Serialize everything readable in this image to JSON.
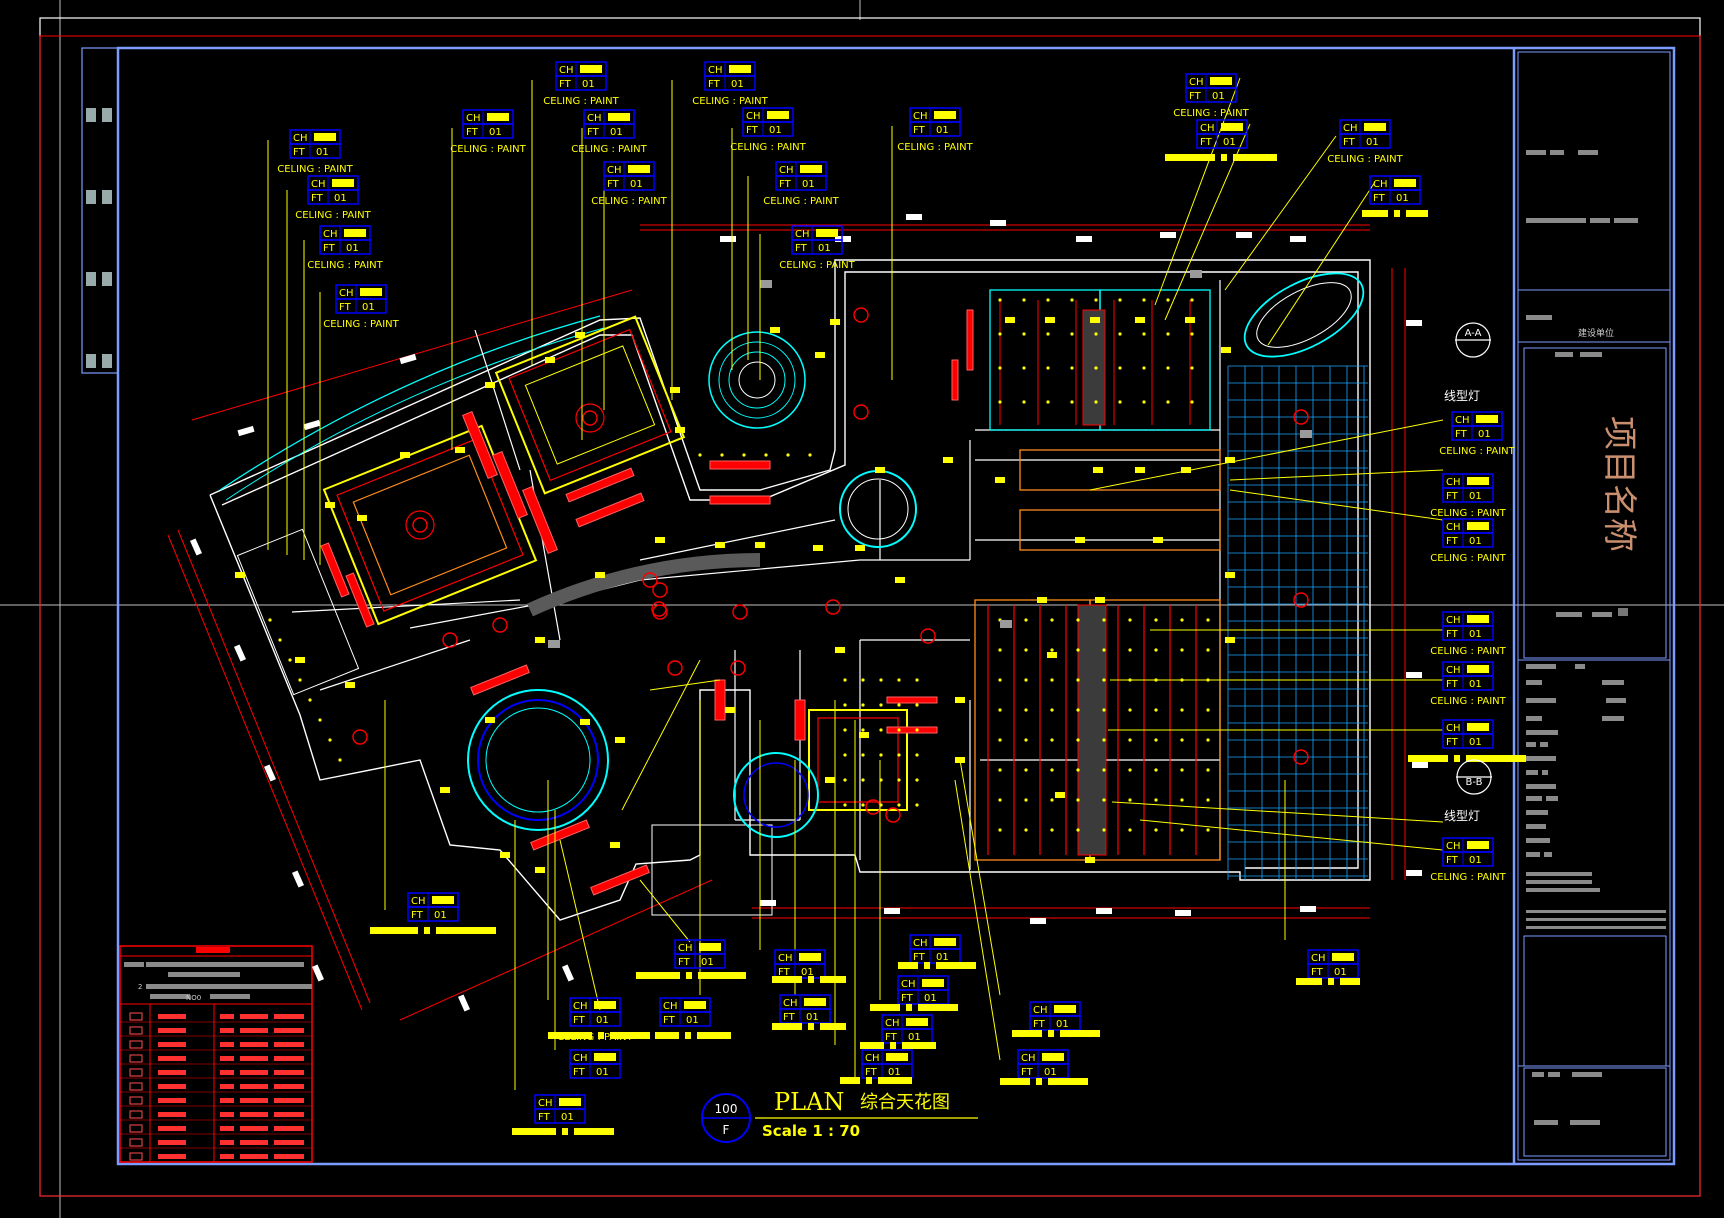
{
  "drawing": {
    "title_en": "PLAN",
    "title_cn": "综合天花图",
    "scale_label": "Scale 1 : 70",
    "symbol_top": "100",
    "symbol_bottom": "F"
  },
  "tags": {
    "ch": "CH",
    "ft": "FT",
    "finish_no": "01",
    "ceiling_paint": "CELING : PAINT",
    "linear_light": "线型灯"
  },
  "sections": {
    "a": "A-A",
    "b": "B-B"
  },
  "title_block": {
    "client_unit": "建设单位",
    "project_name": "项目名称",
    "drawing_no_prefix": "NO0"
  },
  "colors": {
    "background": "#000000",
    "wall": "#ffffff",
    "ceiling_edge": "#ffff00",
    "cyan_line": "#00ffff",
    "dimension": "#ff0000",
    "tag_blue": "#0000ff",
    "frame_blue": "#7c9cff"
  }
}
